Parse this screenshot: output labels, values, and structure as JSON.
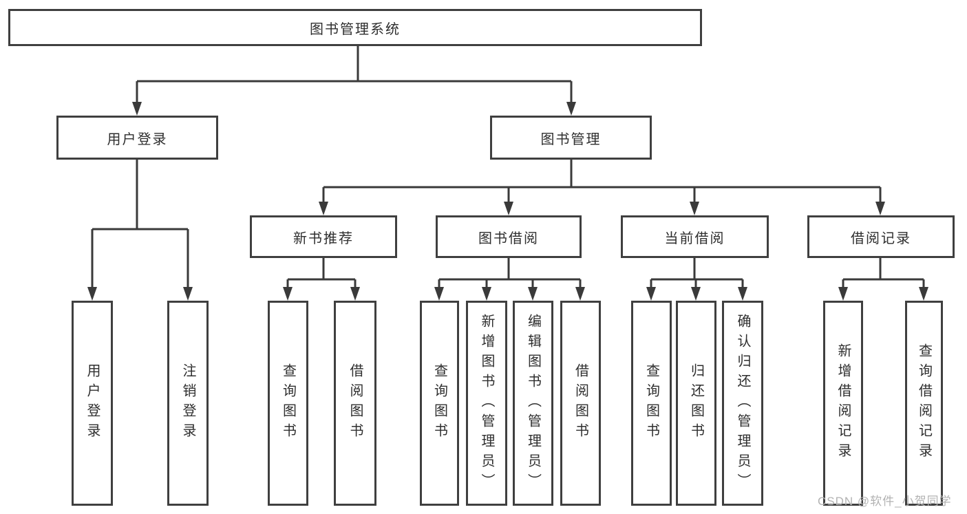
{
  "diagram": {
    "type": "hierarchy-tree",
    "title": "图书管理系统",
    "tree": {
      "label": "图书管理系统",
      "children": [
        {
          "label": "用户登录",
          "children": [
            {
              "label": "用户登录"
            },
            {
              "label": "注销登录"
            }
          ]
        },
        {
          "label": "图书管理",
          "children": [
            {
              "label": "新书推荐",
              "children": [
                {
                  "label": "查询图书"
                },
                {
                  "label": "借阅图书"
                }
              ]
            },
            {
              "label": "图书借阅",
              "children": [
                {
                  "label": "查询图书"
                },
                {
                  "label": "新增图书（管理员）"
                },
                {
                  "label": "编辑图书（管理员）"
                },
                {
                  "label": "借阅图书"
                }
              ]
            },
            {
              "label": "当前借阅",
              "children": [
                {
                  "label": "查询图书"
                },
                {
                  "label": "归还图书"
                },
                {
                  "label": "确认归还（管理员）"
                }
              ]
            },
            {
              "label": "借阅记录",
              "children": [
                {
                  "label": "新增借阅记录"
                },
                {
                  "label": "查询借阅记录"
                }
              ]
            }
          ]
        }
      ]
    }
  },
  "nodes": {
    "root": {
      "label": "图书管理系统"
    },
    "user_login": {
      "label": "用户登录"
    },
    "book_mgmt": {
      "label": "图书管理"
    },
    "new_book_rec": {
      "label": "新书推荐"
    },
    "book_borrow": {
      "label": "图书借阅"
    },
    "current_borrow": {
      "label": "当前借阅"
    },
    "borrow_record": {
      "label": "借阅记录"
    },
    "leaf_user_login": {
      "label": "用户登录"
    },
    "leaf_logout": {
      "label": "注销登录"
    },
    "leaf_rec_query_book": {
      "label": "查询图书"
    },
    "leaf_rec_borrow_book": {
      "label": "借阅图书"
    },
    "leaf_bb_query_book": {
      "label": "查询图书"
    },
    "leaf_bb_add_book": {
      "label": "新增图书（管理员）"
    },
    "leaf_bb_edit_book": {
      "label": "编辑图书（管理员）"
    },
    "leaf_bb_borrow_book": {
      "label": "借阅图书"
    },
    "leaf_cb_query_book": {
      "label": "查询图书"
    },
    "leaf_cb_return_book": {
      "label": "归还图书"
    },
    "leaf_cb_confirm_return": {
      "label": "确认归还（管理员）"
    },
    "leaf_br_add_record": {
      "label": "新增借阅记录"
    },
    "leaf_br_query_record": {
      "label": "查询借阅记录"
    }
  },
  "watermark": {
    "text": "CSDN @软件_小贺同学"
  },
  "colors": {
    "border": "#3f3f3f",
    "line": "#3a3a3a",
    "text": "#2e2e2e",
    "watermark": "#b2b2b2",
    "background": "#ffffff"
  }
}
